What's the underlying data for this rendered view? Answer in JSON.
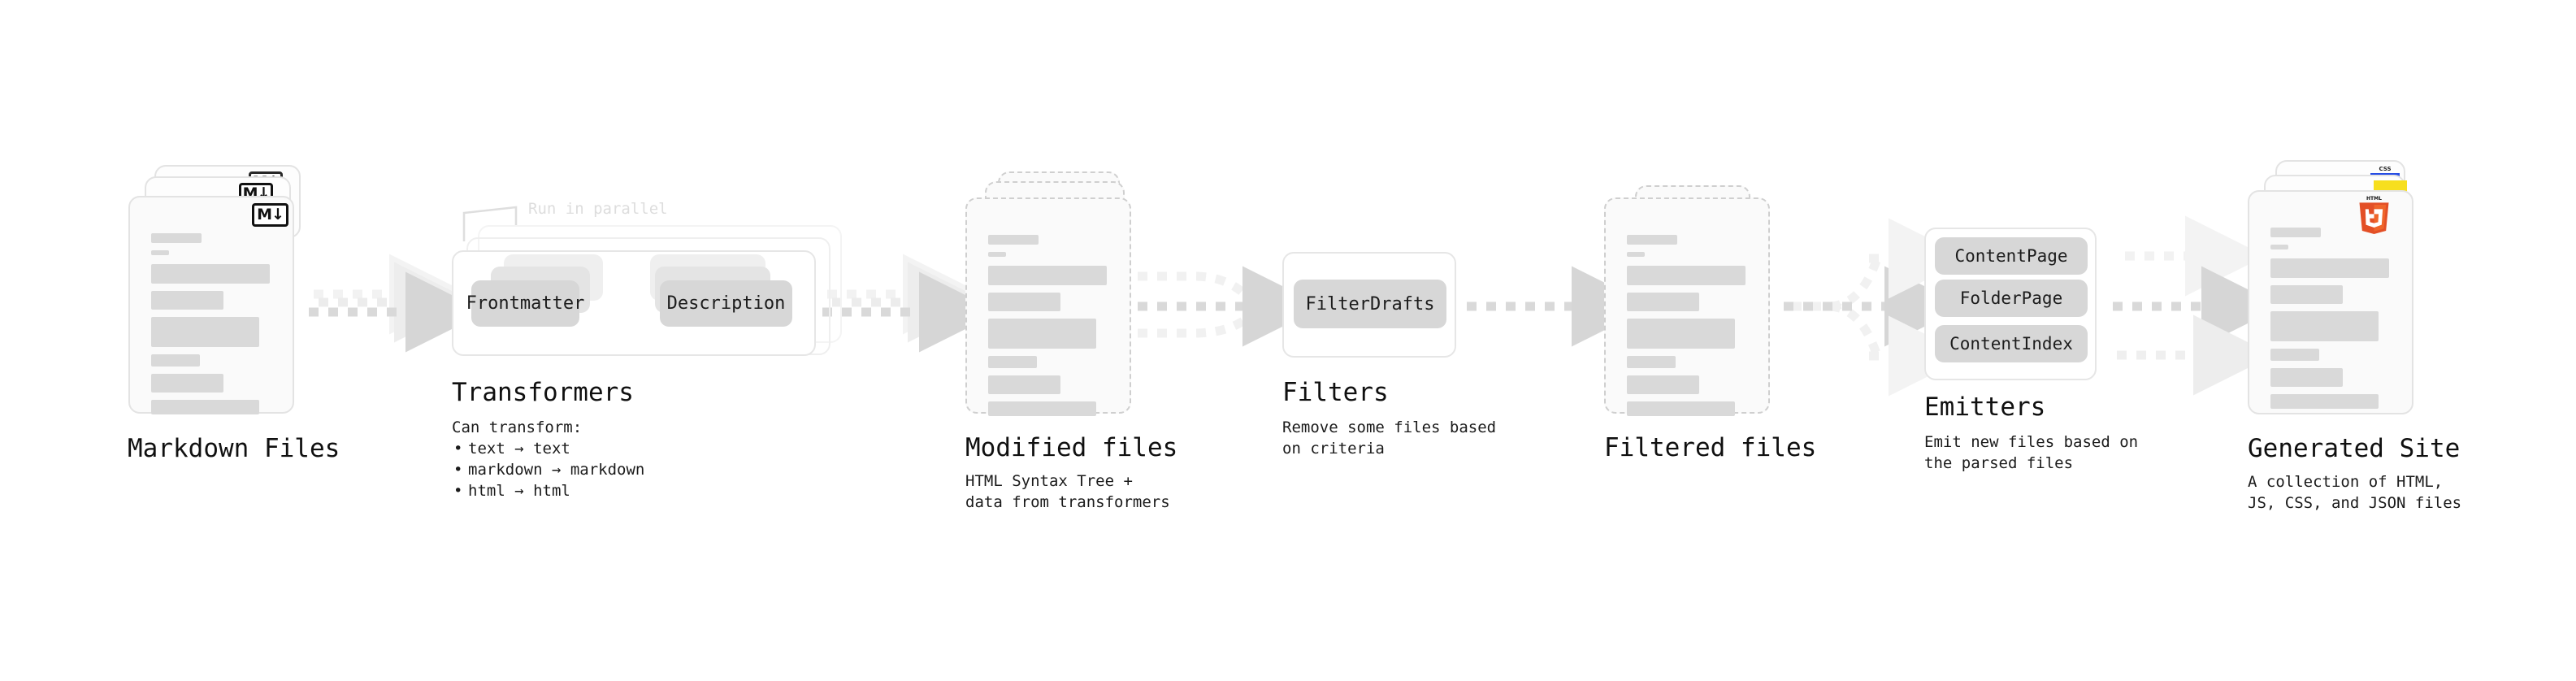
{
  "diagram": {
    "title_text_color": "#101010",
    "accent_gray": "#d9d9d9",
    "stages": [
      {
        "id": "markdown-files",
        "title": "Markdown Files",
        "description": "",
        "badge": "markdown-icon",
        "badge_label": "M↓"
      },
      {
        "id": "transformers",
        "title": "Transformers",
        "description": "Can transform:",
        "annotation": "Run in parallel",
        "chips": [
          "Frontmatter",
          "Description"
        ],
        "bullets": [
          "text → text",
          "markdown → markdown",
          "html → html"
        ]
      },
      {
        "id": "modified-files",
        "title": "Modified files",
        "description": "HTML Syntax Tree +\ndata from transformers"
      },
      {
        "id": "filters",
        "title": "Filters",
        "description": "Remove some files based\non criteria",
        "chips": [
          "FilterDrafts"
        ]
      },
      {
        "id": "filtered-files",
        "title": "Filtered files",
        "description": ""
      },
      {
        "id": "emitters",
        "title": "Emitters",
        "description": "Emit new files based on\nthe parsed files",
        "chips": [
          "ContentPage",
          "FolderPage",
          "ContentIndex"
        ]
      },
      {
        "id": "generated-site",
        "title": "Generated Site",
        "description": "A collection of HTML,\nJS, CSS, and JSON files",
        "badges": [
          "html5-icon",
          "js-icon",
          "css3-icon"
        ],
        "badge_labels": {
          "html5": "HTML",
          "html5_num": "5",
          "css": "CSS"
        }
      }
    ]
  }
}
